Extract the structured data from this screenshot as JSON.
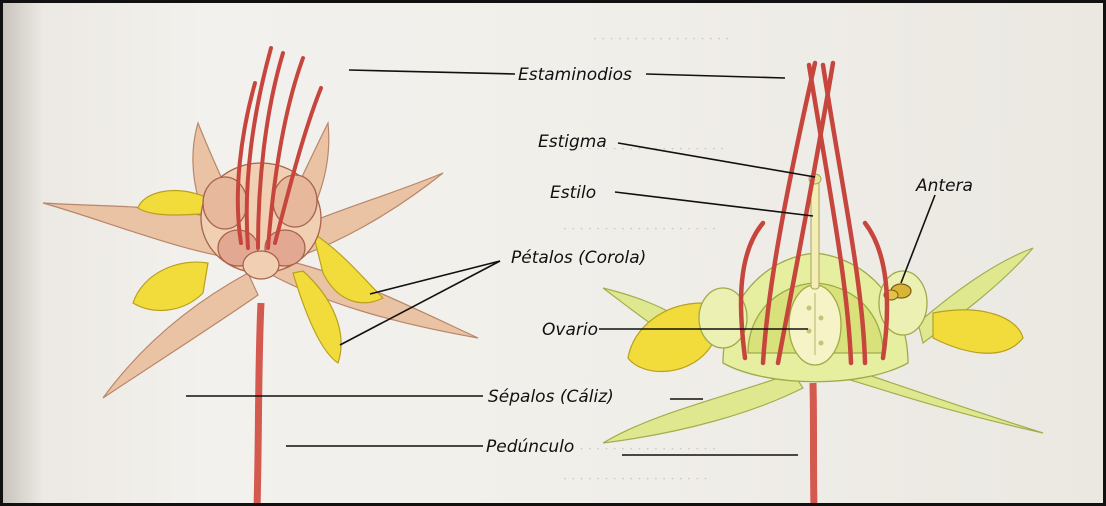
{
  "figure": {
    "labels": {
      "estaminodios": "Estaminodios",
      "estigma": "Estigma",
      "estilo": "Estilo",
      "antera": "Antera",
      "petalos": "Pétalos (Corola)",
      "ovario": "Ovario",
      "sepalos": "Sépalos (Cáliz)",
      "peduncle": "Pedúnculo"
    },
    "colors": {
      "sepal": "#e9c3a4",
      "petal_yellow": "#f1dc3c",
      "staminode_red": "#c6463e",
      "peduncle": "#d45a4f",
      "section_green": "#e6eea0",
      "ovary_cream": "#f6f3c6"
    }
  }
}
